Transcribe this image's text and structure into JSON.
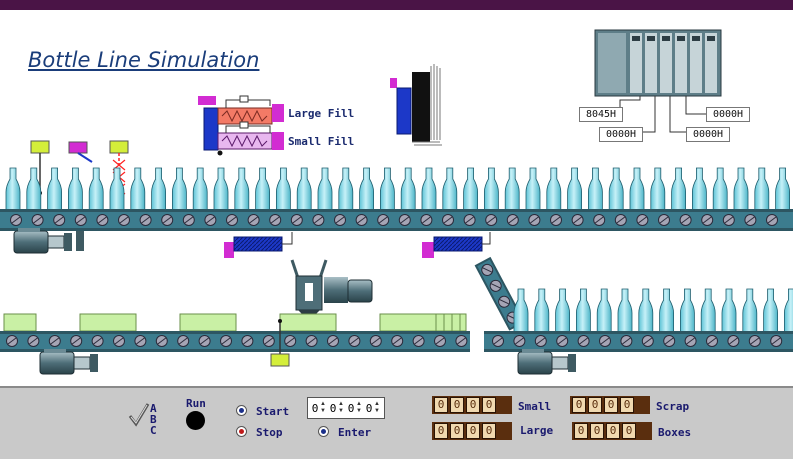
{
  "title": "Bottle Line Simulation",
  "fill": {
    "large_label": "Large Fill",
    "small_label": "Small Fill"
  },
  "registers": [
    "8045H",
    "0000H",
    "0000H",
    "0000H"
  ],
  "controls": {
    "run_label": "Run",
    "start_label": "Start",
    "stop_label": "Stop",
    "enter_label": "Enter",
    "abc_label": [
      "A",
      "B",
      "C"
    ],
    "spinner_digits": [
      "0",
      "0",
      "0",
      "0"
    ]
  },
  "counters": {
    "small_label": "Small",
    "large_label": "Large",
    "scrap_label": "Scrap",
    "boxes_label": "Boxes",
    "small_digits": [
      "0",
      "0",
      "0",
      "0"
    ],
    "large_digits": [
      "0",
      "0",
      "0",
      "0"
    ],
    "scrap_digits": [
      "0",
      "0",
      "0",
      "0"
    ],
    "boxes_digits": [
      "0",
      "0",
      "0",
      "0"
    ]
  },
  "colors": {
    "bottle": "#7fd6e6",
    "conveyor": "#3c7c8e",
    "box": "#c9f0a5",
    "accent": "#cc22cc",
    "actuator": "#1c38c8"
  }
}
